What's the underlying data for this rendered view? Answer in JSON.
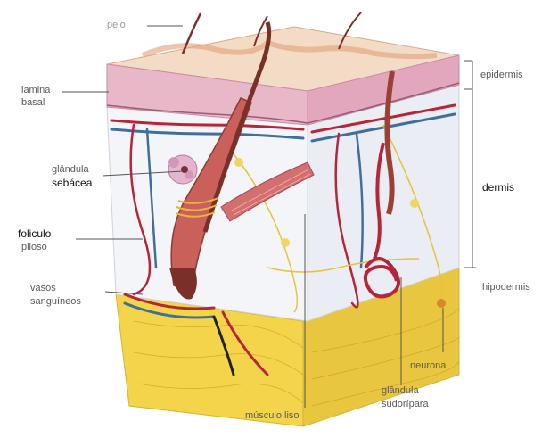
{
  "labels": {
    "pelo": "pelo",
    "lamina_basal_1": "lamina",
    "lamina_basal_2": "basal",
    "glandula_sebacea_1": "glândula",
    "glandula_sebacea_2": "sebácea",
    "foliculo_piloso_1": "foliculo",
    "foliculo_piloso_2": "piloso",
    "vasos_sanguineos_1": "vasos",
    "vasos_sanguineos_2": "sanguíneos",
    "musculo_liso": "músculo liso",
    "glandula_sudoripara_1": "glândula",
    "glandula_sudoripara_2": "sudorípara",
    "neurona": "neurona",
    "hipodermis": "hipodermis",
    "dermis": "dermis",
    "epidermis": "epidermis"
  },
  "colors": {
    "epidermis": "#e8b7c8",
    "epidermis_top": "#f3dcc6",
    "dermis": "#eef0f4",
    "hipodermis": "#f3d44a",
    "hair": "#8c3b2f",
    "vessel_red": "#b5263a",
    "vessel_blue": "#3f6f9a",
    "nerve": "#e8c23a",
    "label_line": "#555555"
  }
}
